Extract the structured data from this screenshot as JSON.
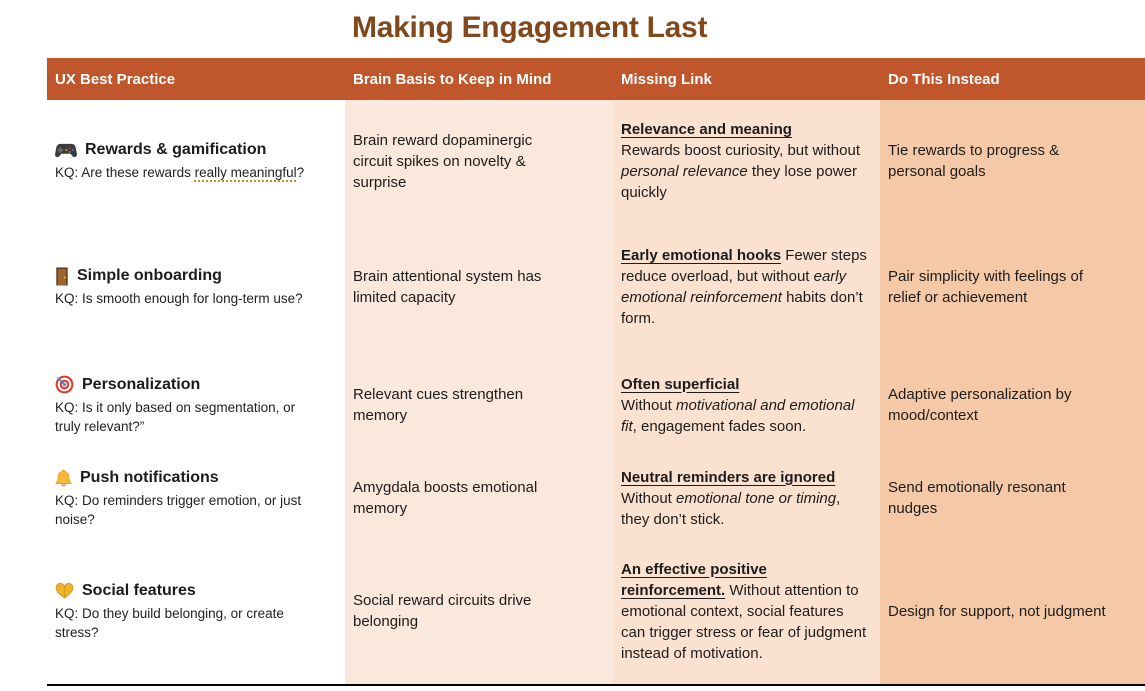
{
  "title": "Making Engagement Last",
  "colors": {
    "header_bg": "#C0562B",
    "title_color": "#82471A",
    "col2_bg": "#FBE8DC",
    "col3_bg": "#FBE1CF",
    "col4_bg": "#F5C9A7",
    "dotted_underline": "#C98A2D"
  },
  "header": {
    "columns": [
      "UX Best Practice",
      "Brain Basis to Keep in Mind",
      "Missing Link",
      "Do This Instead"
    ]
  },
  "rows": [
    {
      "icon": "game-controller",
      "practice": "Rewards & gamification",
      "kq_label": "KQ:",
      "kq_pre": " Are these rewards ",
      "kq_dotted": "really meaningful",
      "kq_post": "?",
      "brain": "Brain reward dopaminergic circuit spikes on novelty & surprise",
      "missing_lead": "Relevance and meaning",
      "missing_pre": "Rewards boost curiosity, but without ",
      "missing_italic": "personal relevance",
      "missing_post": " they lose power quickly",
      "instead": "Tie rewards to progress & personal goals"
    },
    {
      "icon": "door",
      "practice": "Simple onboarding",
      "kq_label": "KQ:",
      "kq_pre": " Is smooth enough for long-term use?",
      "kq_dotted": "",
      "kq_post": "",
      "brain": "Brain attentional system has limited capacity",
      "missing_lead": "Early emotional hooks",
      "missing_pre": " Fewer steps reduce overload, but without ",
      "missing_italic": "early emotional reinforcement",
      "missing_post": " habits don’t form.",
      "instead": "Pair simplicity with feelings of relief or achievement"
    },
    {
      "icon": "dart-target",
      "practice": "Personalization",
      "kq_label": "KQ:",
      "kq_pre": " Is it only based on segmentation, or truly relevant?”",
      "kq_dotted": "",
      "kq_post": "",
      "brain": "Relevant cues strengthen memory",
      "missing_lead": "Often superficial",
      "missing_pre": "Without ",
      "missing_italic": "motivational and emotional fit",
      "missing_post": ", engagement fades soon.",
      "instead": "Adaptive personalization by mood/context"
    },
    {
      "icon": "bell",
      "practice": "Push notifications",
      "kq_label": "KQ:",
      "kq_pre": " Do reminders trigger emotion, or just noise?",
      "kq_dotted": "",
      "kq_post": "",
      "brain": "Amygdala boosts emotional memory",
      "missing_lead": "Neutral reminders are ignored",
      "missing_pre": "Without ",
      "missing_italic": "emotional tone or timing",
      "missing_post": ", they don’t stick.",
      "instead": "Send emotionally resonant nudges"
    },
    {
      "icon": "heart-hands",
      "practice": "Social features",
      "kq_label": "KQ:",
      "kq_pre": " Do they build belonging, or create stress?",
      "kq_dotted": "",
      "kq_post": "",
      "brain": "Social reward circuits drive belonging",
      "missing_lead": "An effective positive reinforcement.",
      "missing_pre": " Without attention to emotional context, social features can trigger stress or fear of judgment instead of motivation.",
      "missing_italic": "",
      "missing_post": "",
      "instead": "Design for support, not judgment"
    }
  ]
}
